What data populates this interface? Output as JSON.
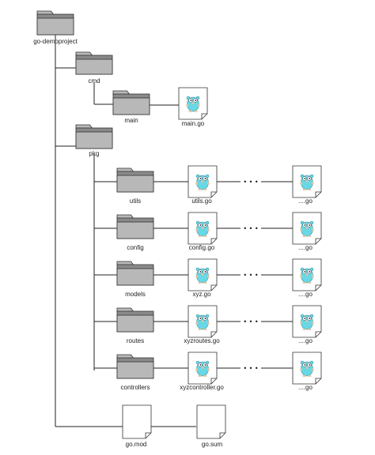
{
  "root": {
    "label": "go-demoproject"
  },
  "cmd": {
    "label": "cmd",
    "main": {
      "label": "main",
      "file": "main.go"
    }
  },
  "pkg": {
    "label": "pkg",
    "packages": [
      {
        "label": "utils",
        "file": "utils.go",
        "more": "....go"
      },
      {
        "label": "config",
        "file": "config.go",
        "more": "....go"
      },
      {
        "label": "models",
        "file": "xyz.go",
        "more": "....go"
      },
      {
        "label": "routes",
        "file": "xyzroutes.go",
        "more": "....go"
      },
      {
        "label": "controllers",
        "file": "xyzcontroller.go",
        "more": "....go"
      }
    ]
  },
  "files": [
    {
      "label": "go.mod"
    },
    {
      "label": "go.sum"
    }
  ],
  "ellipsis": "• • •",
  "icons": {
    "folder": "folder-icon",
    "go_file": "go-gopher-file-icon",
    "blank_file": "file-icon"
  },
  "colors": {
    "folder": "#b8b8b8",
    "folder_shade": "#8a8a8a",
    "gopher": "#6ad7e5",
    "line": "#222222"
  }
}
